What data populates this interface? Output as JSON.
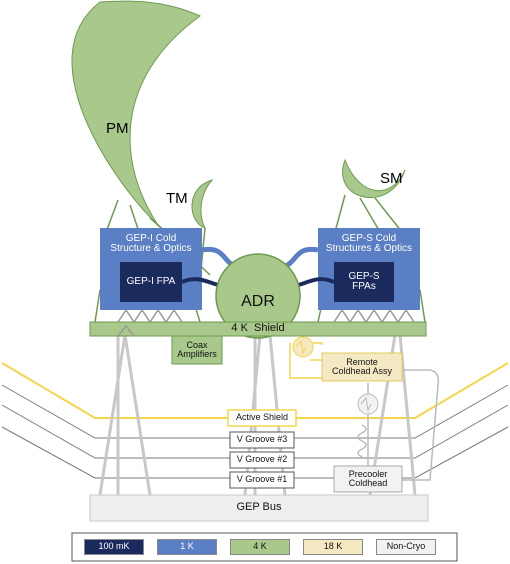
{
  "labels": {
    "pm": "PM",
    "tm": "TM",
    "sm": "SM",
    "gep_i_cold": "GEP-I Cold\nStructure & Optics",
    "gep_i_fpa": "GEP-I FPA",
    "gep_s_cold": "GEP-S Cold\nStructures & Optics",
    "gep_s_fpas": "GEP-S\nFPAs",
    "adr": "ADR",
    "shield_4k": "4 K  Shield",
    "coax": "Coax\nAmplifiers",
    "remote_coldhead": "Remote\nColdhead Assy",
    "active_shield": "Active Shield",
    "vgroove3": "V Groove #3",
    "vgroove2": "V Groove #2",
    "vgroove1": "V Groove #1",
    "precooler": "Precooler\nColdhead",
    "bus": "GEP Bus"
  },
  "legend": [
    {
      "label": "100 mK",
      "color": "#1b2a5c",
      "text_color": "#ffffff"
    },
    {
      "label": "1 K",
      "color": "#5b7fc4",
      "text_color": "#ffffff"
    },
    {
      "label": "4 K",
      "color": "#a8c88c",
      "text_color": "#111111"
    },
    {
      "label": "18 K",
      "color": "#f5e9c3",
      "text_color": "#111111"
    },
    {
      "label": "Non-Cryo",
      "color": "#f2f2f2",
      "text_color": "#111111"
    }
  ],
  "colors": {
    "green_fill": "#a8c88c",
    "green_stroke": "#6e9a50",
    "blue_fill": "#5b7fc4",
    "navy": "#1b2a5c",
    "yellow": "#f4d64a",
    "cream": "#f5e9c3",
    "grey": "#c8c8c8",
    "strut": "#8a8a8a"
  }
}
